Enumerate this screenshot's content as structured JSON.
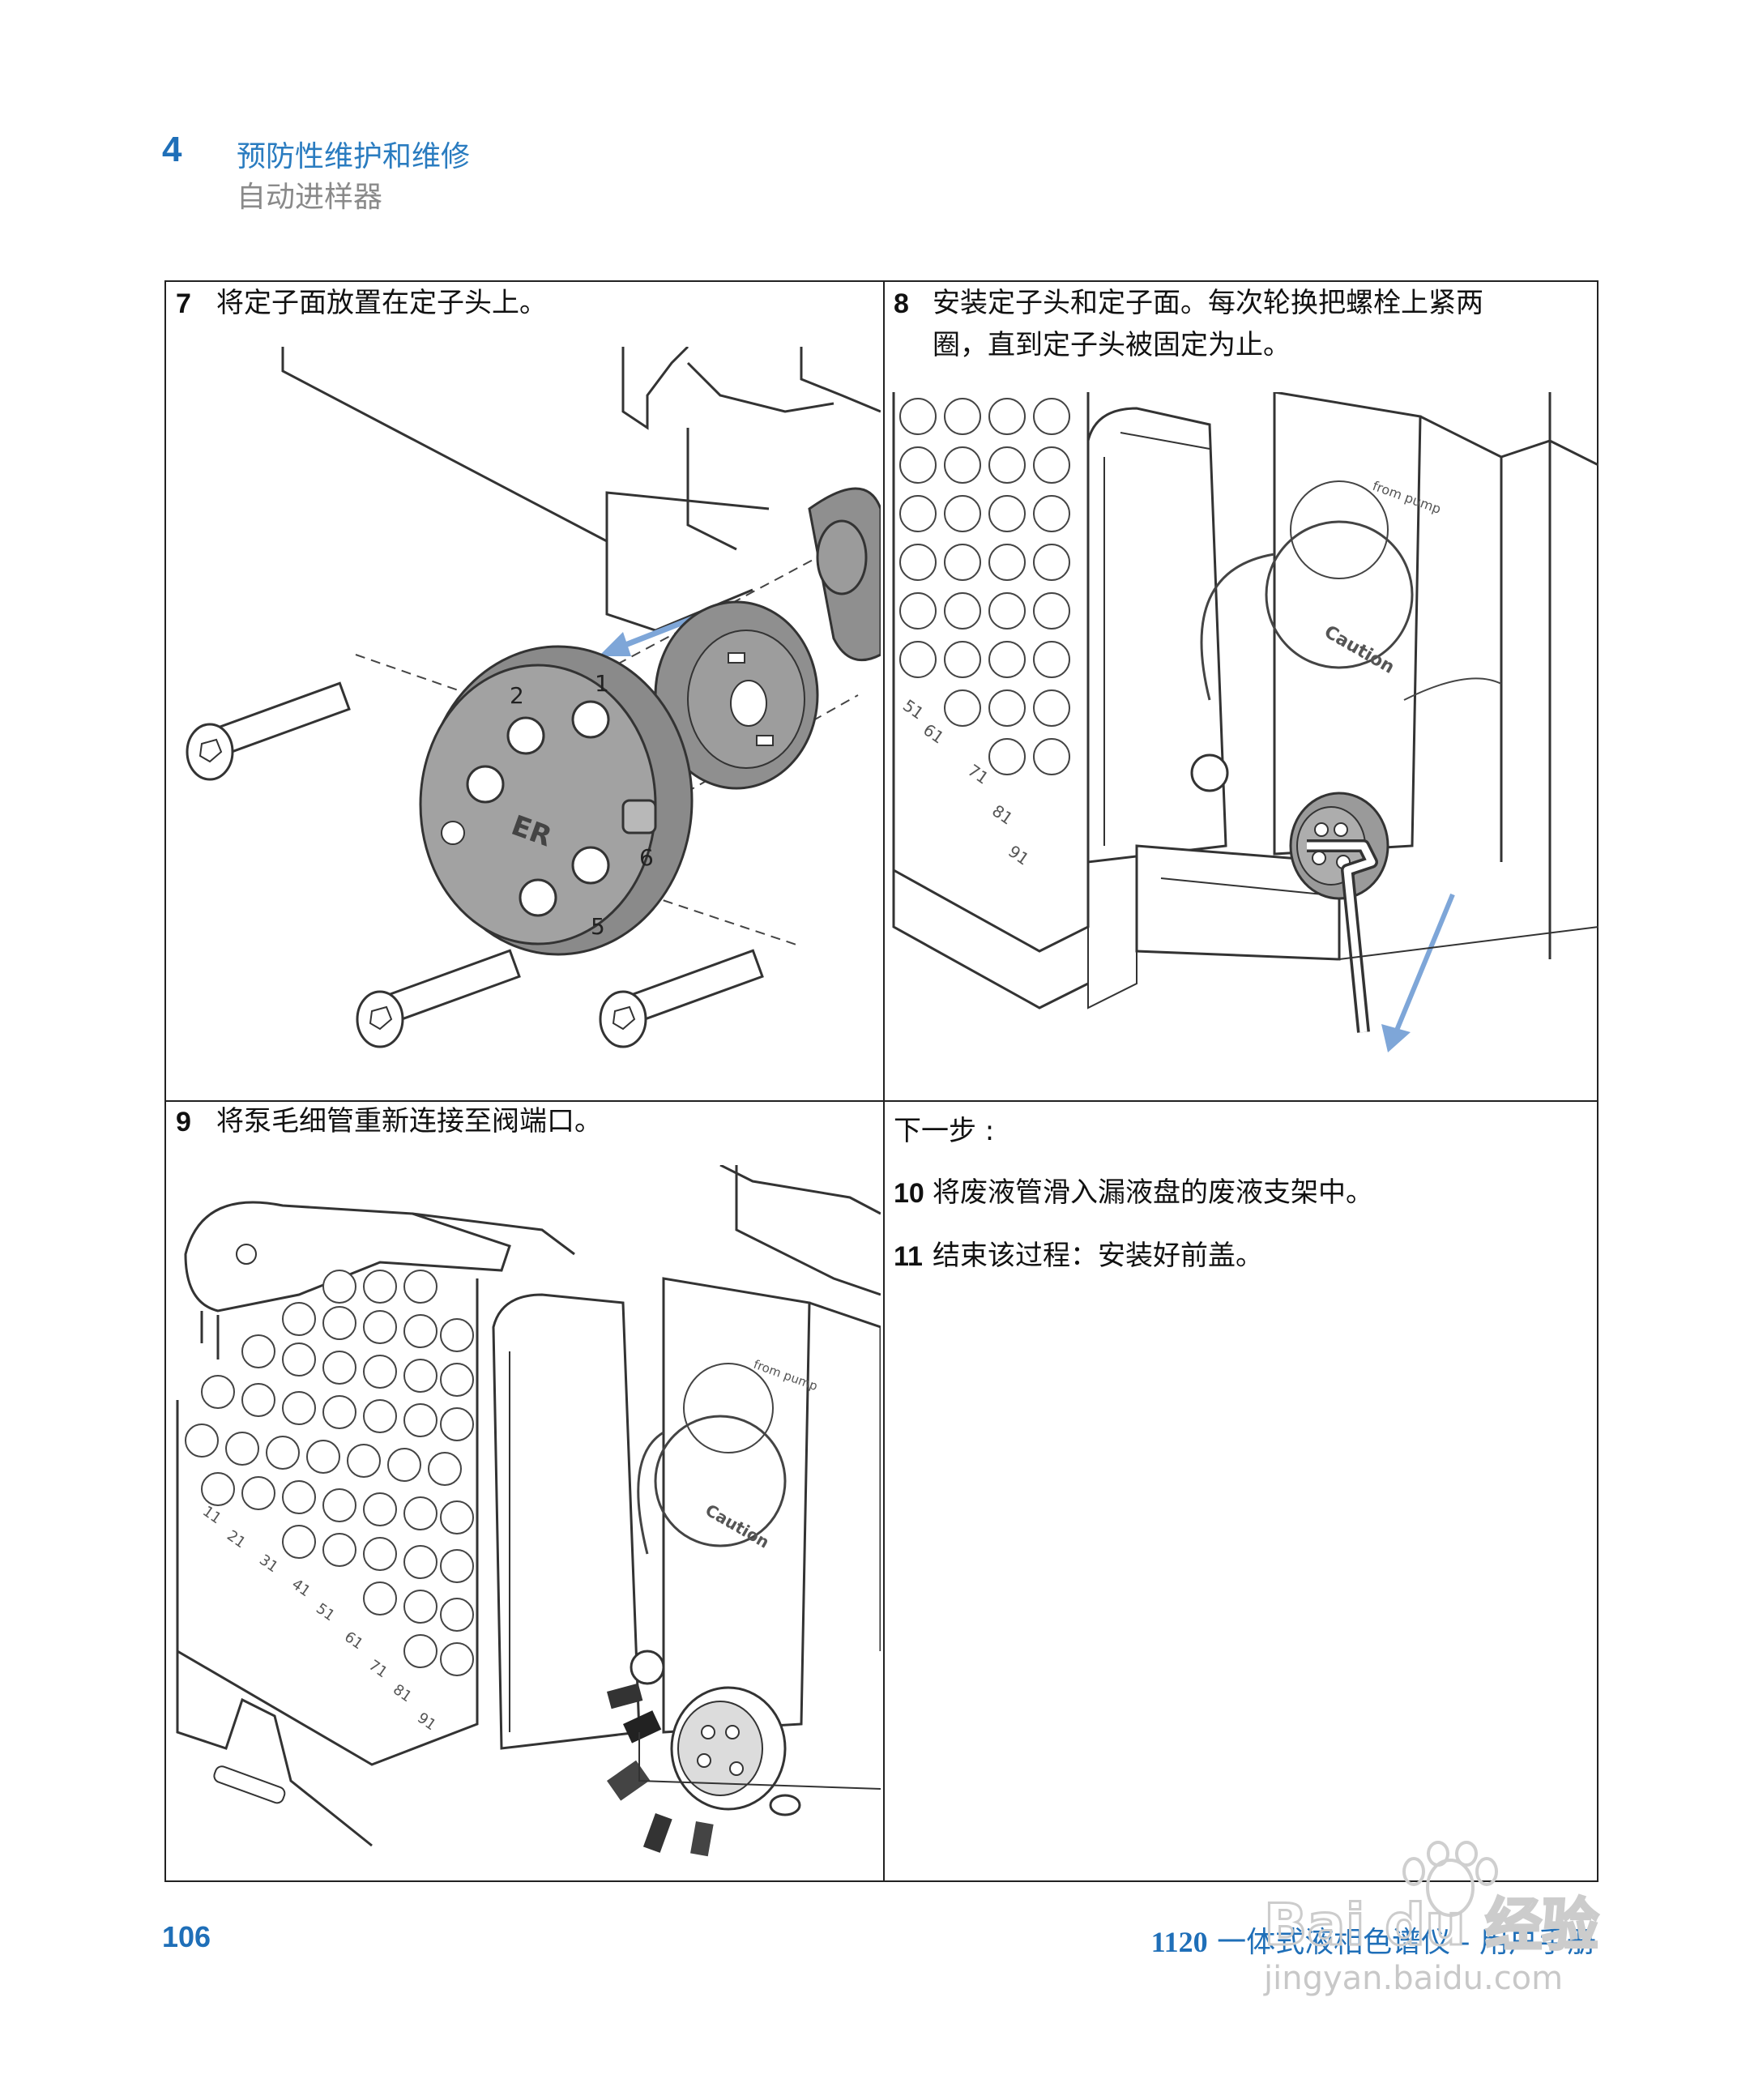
{
  "header": {
    "chapter_number": "4",
    "chapter_title": "预防性维护和维修",
    "section_title": "自动进样器"
  },
  "steps": {
    "s7": {
      "number": "7",
      "text": "将定子面放置在定子头上。"
    },
    "s8": {
      "number": "8",
      "text_line1": "安装定子头和定子面。每次轮换把螺栓上紧两",
      "text_line2": "圈，直到定子头被固定为止。"
    },
    "s9": {
      "number": "9",
      "text": "将泵毛细管重新连接至阀端口。"
    },
    "next": {
      "label": "下一步 :",
      "s10": {
        "number": "10",
        "text": "将废液管滑入漏液盘的废液支架中。"
      },
      "s11": {
        "number": "11",
        "text": "结束该过程：安装好前盖。"
      }
    }
  },
  "figure_labels": {
    "port_1": "1",
    "port_2": "2",
    "port_5": "5",
    "port_6": "6",
    "from_pump": "from pump",
    "caution": "Caution",
    "tray_numbers": [
      "11",
      "21",
      "31",
      "41",
      "51",
      "61",
      "71",
      "81",
      "91"
    ]
  },
  "footer": {
    "page_number": "106",
    "model": "1120",
    "doc_title": " 一体式液相色谱仪 - 用户手册",
    "watermark": "Bai du 经验 jingyan.baidu.com"
  },
  "colors": {
    "accent": "#1f6fb8",
    "arrow": "#7ea6d8",
    "part_gray": "#9a9a9a"
  }
}
